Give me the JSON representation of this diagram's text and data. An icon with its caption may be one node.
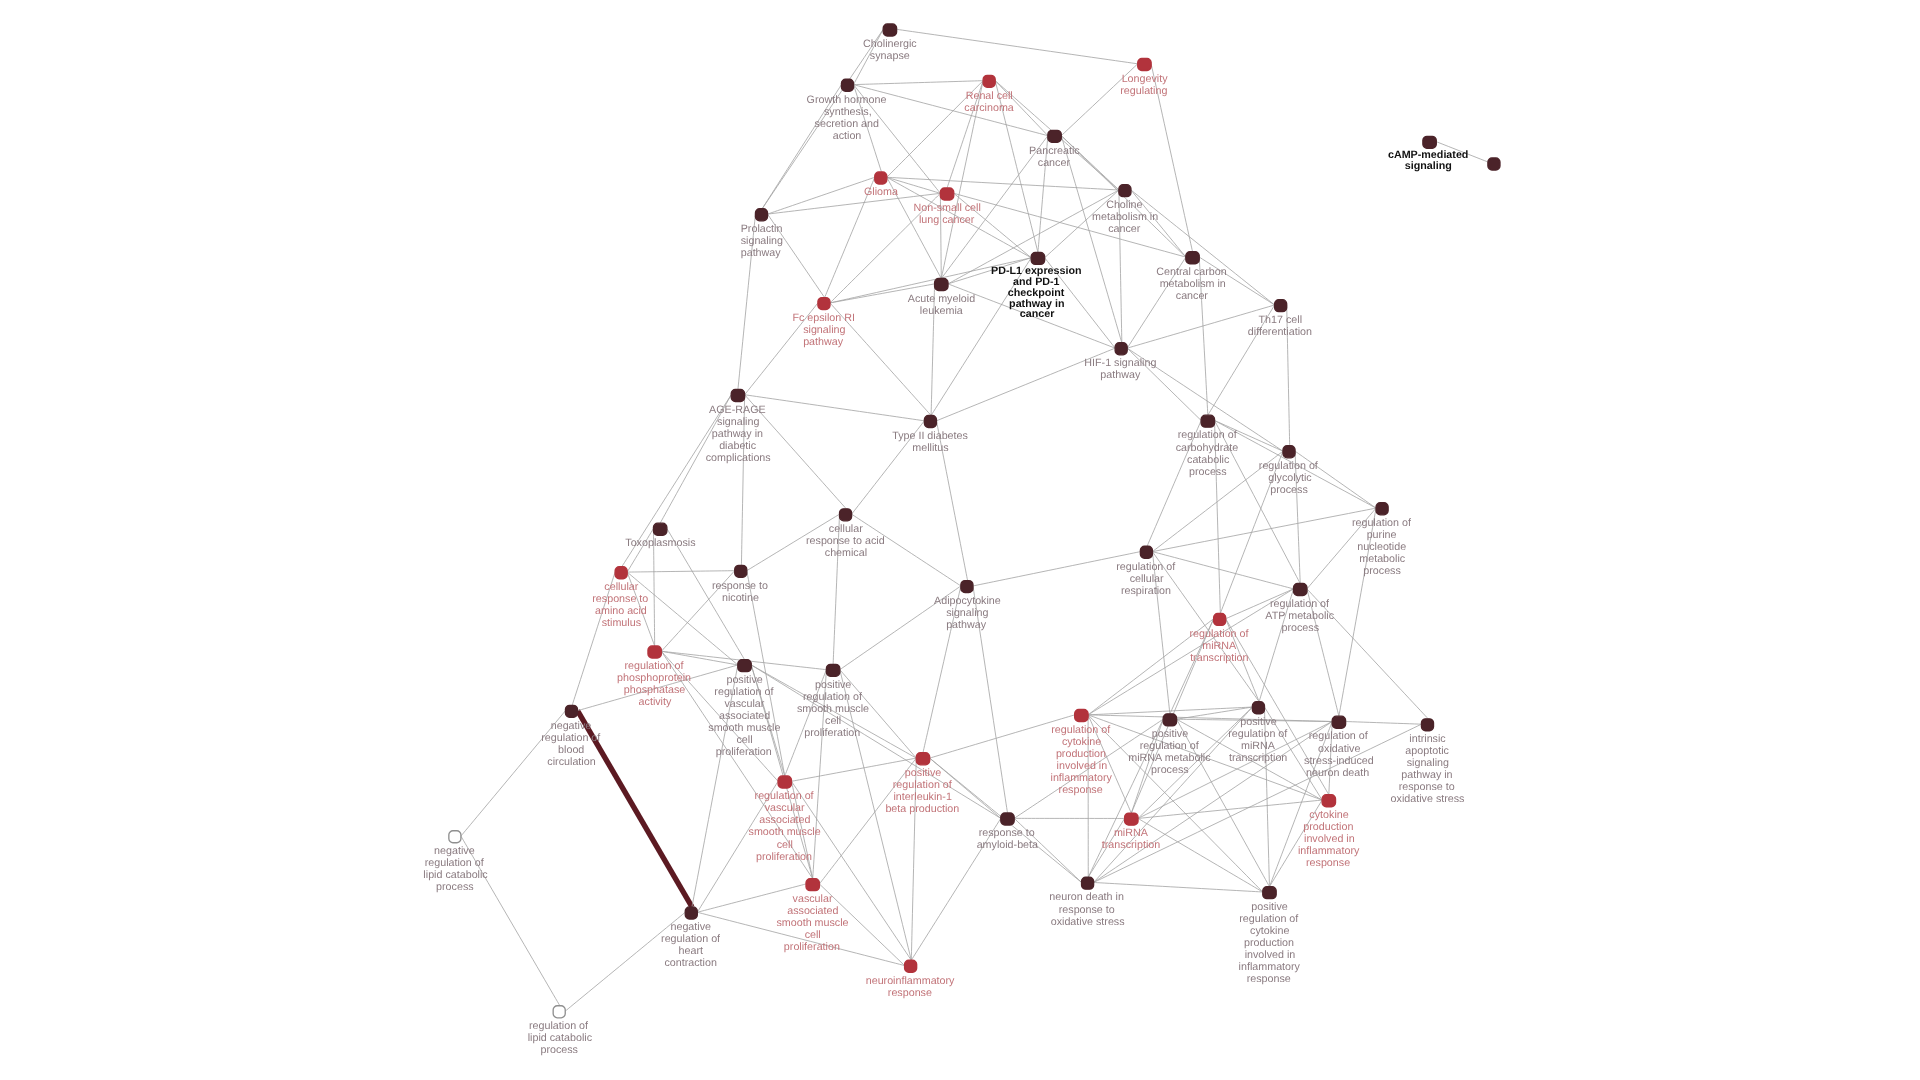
{
  "diagram": {
    "nodes": [
      {
        "text": [
          "neuroinflammatory response"
        ]
      },
      {
        "text": [
          "negative regulation of heart contraction"
        ]
      },
      {
        "text": [
          "regulation of lipid catabolic process"
        ]
      },
      {
        "text": [
          "negative regulation of lipid catabolic process"
        ]
      },
      {
        "text": [
          "negative regulation of blood circulation"
        ]
      },
      {
        "text": [
          "neuron death in response to oxidative stress"
        ]
      },
      {
        "text": [
          "miRNA transcription"
        ]
      },
      {
        "text": [
          "vascular associated smooth muscle cell proliferation"
        ]
      },
      {
        "text": [
          "response to amyloid-beta"
        ]
      },
      {
        "text": [
          "positive regulation of cytokine production involved in inflammatory response"
        ]
      },
      {
        "text": [
          "regulation of vascular associated smooth muscle cell proliferation"
        ]
      },
      {
        "text": [
          "positive regulation of interleukin-1 beta production"
        ]
      },
      {
        "text": [
          "positive regulation of vascular associated smooth muscle cell proliferation"
        ]
      },
      {
        "text": [
          "intrinsic apoptotic signaling pathway in response to oxidative stress"
        ]
      },
      {
        "text": [
          "regulation of oxidative stress-induced neuron death"
        ]
      },
      {
        "text": [
          "regulation of cytokine production involved in inflammatory response"
        ]
      },
      {
        "text": [
          "cytokine production involved in inflammatory response"
        ]
      },
      {
        "text": [
          "positive regulation of miRNA metabolic process"
        ]
      },
      {
        "text": [
          "Toxoplasmosis"
        ]
      },
      {
        "text": [
          "Adipocytokine signaling pathway"
        ]
      },
      {
        "text": [
          "positive regulation of smooth muscle cell proliferation"
        ]
      },
      {
        "text": [
          "regulation of phosphoprotein phosphatase activity"
        ]
      },
      {
        "text": [
          "positive regulation of miRNA transcription"
        ]
      },
      {
        "text": [
          "cellular response to amino acid stimulus"
        ]
      },
      {
        "text": [
          "response to nicotine"
        ]
      },
      {
        "text": [
          "regulation of ATP metabolic process"
        ]
      },
      {
        "text": [
          "regulation of cellular respiration"
        ]
      },
      {
        "text": [
          "regulation of miRNA transcription"
        ]
      },
      {
        "text": [
          "cellular response to acid chemical"
        ]
      },
      {
        "text": [
          "regulation of purine nucleotide metabolic process"
        ]
      },
      {
        "text": [
          "regulation of glycolytic process"
        ]
      },
      {
        "text": [
          "AGE-RAGE signaling pathway in diabetic complications"
        ]
      },
      {
        "text": [
          "Type II diabetes mellitus"
        ]
      },
      {
        "text": [
          "regulation of carbohydrate catabolic process"
        ]
      },
      {
        "text": [
          "Th17 cell differentiation"
        ]
      },
      {
        "text": [
          "Prolactin signaling pathway"
        ]
      },
      {
        "text": [
          "Fc epsilon RI signaling pathway"
        ]
      },
      {
        "text": [
          "HIF-1 signaling pathway"
        ]
      },
      {
        "text": [
          "PD-L1 expression and PD-1 checkpoint pathway in cancer"
        ]
      },
      {
        "text": [
          "Glioma"
        ]
      },
      {
        "text": [
          "Choline metabolism in cancer"
        ]
      },
      {
        "text": [
          "Acute myeloid leukemia"
        ]
      },
      {
        "text": [
          "Central carbon metabolism in cancer"
        ]
      },
      {
        "text": [
          "Non-small cell lung cancer"
        ]
      },
      {
        "text": [
          "Cholinergic synapse"
        ]
      },
      {
        "text": [
          "Pancreatic cancer"
        ]
      },
      {
        "text": [
          "Renal cell carcinoma"
        ]
      },
      {
        "text": [
          "Growth hormone synthesis, secretion and action"
        ]
      },
      {
        "text": [
          "Longevity regulating"
        ]
      },
      {
        "text": [
          "cAMP-mediated signaling"
        ]
      },
      {
        "text": [],
        "shape": "circle"
      }
    ],
    "edges": [
      {
        "from": 5,
        "to": 14,
        "arrow": "none"
      },
      {
        "from": 5,
        "to": 13,
        "arrow": "none"
      },
      {
        "from": 13,
        "to": 14,
        "arrow": "none"
      },
      {
        "from": 13,
        "to": 25,
        "arrow": "none"
      },
      {
        "from": 5,
        "to": 9,
        "arrow": "none"
      },
      {
        "from": 5,
        "to": 6,
        "arrow": "none"
      },
      {
        "from": 5,
        "to": 15,
        "arrow": "none"
      },
      {
        "from": 5,
        "to": 22,
        "arrow": "none"
      },
      {
        "from": 5,
        "to": 17,
        "arrow": "none"
      },
      {
        "from": 5,
        "to": 8,
        "arrow": "none"
      },
      {
        "from": 5,
        "to": 11,
        "arrow": "none"
      },
      {
        "from": 9,
        "to": 6,
        "arrow": "none"
      },
      {
        "from": 9,
        "to": 16,
        "arrow": "none"
      },
      {
        "from": 9,
        "to": 15,
        "arrow": "none"
      },
      {
        "from": 9,
        "to": 22,
        "arrow": "none"
      },
      {
        "from": 9,
        "to": 17,
        "arrow": "none"
      },
      {
        "from": 9,
        "to": 14,
        "arrow": "none"
      },
      {
        "from": 6,
        "to": 16,
        "arrow": "none"
      },
      {
        "from": 6,
        "to": 22,
        "arrow": "none"
      },
      {
        "from": 6,
        "to": 27,
        "arrow": "none"
      },
      {
        "from": 6,
        "to": 17,
        "arrow": "none"
      },
      {
        "from": 6,
        "to": 15,
        "arrow": "none"
      },
      {
        "from": 6,
        "to": 14,
        "arrow": "none"
      },
      {
        "from": 14,
        "to": 15,
        "arrow": "none"
      },
      {
        "from": 14,
        "to": 16,
        "arrow": "none"
      },
      {
        "from": 14,
        "to": 17,
        "arrow": "none"
      },
      {
        "from": 14,
        "to": 25,
        "arrow": "none"
      },
      {
        "from": 14,
        "to": 29,
        "arrow": "none"
      },
      {
        "from": 15,
        "to": 16,
        "arrow": "none"
      },
      {
        "from": 15,
        "to": 22,
        "arrow": "none"
      },
      {
        "from": 15,
        "to": 27,
        "arrow": "none"
      },
      {
        "from": 15,
        "to": 25,
        "arrow": "none"
      },
      {
        "from": 16,
        "to": 22,
        "arrow": "none"
      },
      {
        "from": 16,
        "to": 17,
        "arrow": "none"
      },
      {
        "from": 16,
        "to": 27,
        "arrow": "none"
      },
      {
        "from": 17,
        "to": 22,
        "arrow": "none"
      },
      {
        "from": 17,
        "to": 26,
        "arrow": "none"
      },
      {
        "from": 17,
        "to": 27,
        "arrow": "none"
      },
      {
        "from": 17,
        "to": 8,
        "arrow": "none"
      },
      {
        "from": 22,
        "to": 27,
        "arrow": "none"
      },
      {
        "from": 22,
        "to": 26,
        "arrow": "none"
      },
      {
        "from": 22,
        "to": 25,
        "arrow": "none"
      },
      {
        "from": 25,
        "to": 29,
        "arrow": "none"
      },
      {
        "from": 25,
        "to": 33,
        "arrow": "none"
      },
      {
        "from": 25,
        "to": 30,
        "arrow": "none"
      },
      {
        "from": 25,
        "to": 26,
        "arrow": "none"
      },
      {
        "from": 25,
        "to": 27,
        "arrow": "none"
      },
      {
        "from": 26,
        "to": 30,
        "arrow": "none"
      },
      {
        "from": 26,
        "to": 33,
        "arrow": "none"
      },
      {
        "from": 26,
        "to": 29,
        "arrow": "none"
      },
      {
        "from": 27,
        "to": 33,
        "arrow": "none"
      },
      {
        "from": 27,
        "to": 30,
        "arrow": "none"
      },
      {
        "from": 29,
        "to": 33,
        "arrow": "none"
      },
      {
        "from": 29,
        "to": 30,
        "arrow": "none"
      },
      {
        "from": 30,
        "to": 33,
        "arrow": "none"
      },
      {
        "from": 33,
        "to": 34,
        "arrow": "none"
      },
      {
        "from": 30,
        "to": 34,
        "arrow": "none"
      },
      {
        "from": 33,
        "to": 37,
        "arrow": "none"
      },
      {
        "from": 33,
        "to": 42,
        "arrow": "none"
      },
      {
        "from": 30,
        "to": 37,
        "arrow": "none"
      },
      {
        "from": 8,
        "to": 11,
        "arrow": "none"
      },
      {
        "from": 8,
        "to": 19,
        "arrow": "none"
      },
      {
        "from": 8,
        "to": 12,
        "arrow": "none"
      },
      {
        "from": 8,
        "to": 0,
        "arrow": "none"
      },
      {
        "from": 8,
        "to": 6,
        "arrow": "none"
      },
      {
        "from": 11,
        "to": 0,
        "arrow": "none"
      },
      {
        "from": 11,
        "to": 7,
        "arrow": "none"
      },
      {
        "from": 11,
        "to": 10,
        "arrow": "none"
      },
      {
        "from": 11,
        "to": 19,
        "arrow": "none"
      },
      {
        "from": 11,
        "to": 20,
        "arrow": "none"
      },
      {
        "from": 11,
        "to": 12,
        "arrow": "none"
      },
      {
        "from": 11,
        "to": 15,
        "arrow": "none"
      },
      {
        "from": 0,
        "to": 7,
        "arrow": "none"
      },
      {
        "from": 0,
        "to": 10,
        "arrow": "none"
      },
      {
        "from": 0,
        "to": 1,
        "arrow": "none"
      },
      {
        "from": 0,
        "to": 20,
        "arrow": "none"
      },
      {
        "from": 7,
        "to": 10,
        "arrow": "none"
      },
      {
        "from": 7,
        "to": 12,
        "arrow": "none"
      },
      {
        "from": 7,
        "to": 20,
        "arrow": "none"
      },
      {
        "from": 7,
        "to": 21,
        "arrow": "none"
      },
      {
        "from": 10,
        "to": 12,
        "arrow": "none"
      },
      {
        "from": 10,
        "to": 20,
        "arrow": "none"
      },
      {
        "from": 10,
        "to": 21,
        "arrow": "none"
      },
      {
        "from": 10,
        "to": 24,
        "arrow": "none"
      },
      {
        "from": 12,
        "to": 21,
        "arrow": "none"
      },
      {
        "from": 12,
        "to": 23,
        "arrow": "none"
      },
      {
        "from": 12,
        "to": 4,
        "arrow": "none"
      },
      {
        "from": 12,
        "to": 1,
        "arrow": "none"
      },
      {
        "from": 1,
        "to": 4,
        "arrow": "none",
        "style": "thick",
        "color": "#5c1a22"
      },
      {
        "from": 1,
        "to": 2,
        "arrow": "none"
      },
      {
        "from": 2,
        "to": 3,
        "arrow": "none"
      },
      {
        "from": 4,
        "to": 3,
        "arrow": "none"
      },
      {
        "from": 4,
        "to": 23,
        "arrow": "none"
      },
      {
        "from": 1,
        "to": 7,
        "arrow": "none"
      },
      {
        "from": 1,
        "to": 10,
        "arrow": "none"
      },
      {
        "from": 18,
        "to": 23,
        "arrow": "none"
      },
      {
        "from": 18,
        "to": 31,
        "arrow": "none"
      },
      {
        "from": 18,
        "to": 21,
        "arrow": "none"
      },
      {
        "from": 18,
        "to": 12,
        "arrow": "none"
      },
      {
        "from": 21,
        "to": 24,
        "arrow": "none"
      },
      {
        "from": 21,
        "to": 23,
        "arrow": "none"
      },
      {
        "from": 23,
        "to": 24,
        "arrow": "none"
      },
      {
        "from": 23,
        "to": 31,
        "arrow": "none"
      },
      {
        "from": 24,
        "to": 31,
        "arrow": "none"
      },
      {
        "from": 24,
        "to": 28,
        "arrow": "none"
      },
      {
        "from": 19,
        "to": 20,
        "arrow": "none"
      },
      {
        "from": 19,
        "to": 28,
        "arrow": "none"
      },
      {
        "from": 19,
        "to": 26,
        "arrow": "none"
      },
      {
        "from": 19,
        "to": 32,
        "arrow": "none"
      },
      {
        "from": 20,
        "to": 28,
        "arrow": "none"
      },
      {
        "from": 20,
        "to": 21,
        "arrow": "none"
      },
      {
        "from": 28,
        "to": 31,
        "arrow": "none"
      },
      {
        "from": 28,
        "to": 32,
        "arrow": "none"
      },
      {
        "from": 31,
        "to": 35,
        "arrow": "none"
      },
      {
        "from": 31,
        "to": 32,
        "arrow": "none"
      },
      {
        "from": 31,
        "to": 36,
        "arrow": "none"
      },
      {
        "from": 32,
        "to": 36,
        "arrow": "none"
      },
      {
        "from": 32,
        "to": 38,
        "arrow": "none"
      },
      {
        "from": 32,
        "to": 37,
        "arrow": "none"
      },
      {
        "from": 32,
        "to": 41,
        "arrow": "none"
      },
      {
        "from": 35,
        "to": 36,
        "arrow": "none"
      },
      {
        "from": 35,
        "to": 39,
        "arrow": "none"
      },
      {
        "from": 35,
        "to": 43,
        "arrow": "none"
      },
      {
        "from": 35,
        "to": 47,
        "arrow": "none"
      },
      {
        "from": 35,
        "to": 44,
        "arrow": "none"
      },
      {
        "from": 36,
        "to": 38,
        "arrow": "none"
      },
      {
        "from": 36,
        "to": 39,
        "arrow": "none"
      },
      {
        "from": 36,
        "to": 41,
        "arrow": "none"
      },
      {
        "from": 36,
        "to": 43,
        "arrow": "none"
      },
      {
        "from": 37,
        "to": 38,
        "arrow": "none"
      },
      {
        "from": 37,
        "to": 40,
        "arrow": "none"
      },
      {
        "from": 37,
        "to": 42,
        "arrow": "none"
      },
      {
        "from": 37,
        "to": 45,
        "arrow": "none"
      },
      {
        "from": 37,
        "to": 41,
        "arrow": "none"
      },
      {
        "from": 34,
        "to": 37,
        "arrow": "none"
      },
      {
        "from": 34,
        "to": 42,
        "arrow": "none"
      },
      {
        "from": 34,
        "to": 40,
        "arrow": "none"
      },
      {
        "from": 38,
        "to": 39,
        "arrow": "none"
      },
      {
        "from": 38,
        "to": 40,
        "arrow": "none"
      },
      {
        "from": 38,
        "to": 41,
        "arrow": "none"
      },
      {
        "from": 38,
        "to": 45,
        "arrow": "none"
      },
      {
        "from": 38,
        "to": 46,
        "arrow": "none"
      },
      {
        "from": 38,
        "to": 43,
        "arrow": "none"
      },
      {
        "from": 39,
        "to": 43,
        "arrow": "none"
      },
      {
        "from": 39,
        "to": 46,
        "arrow": "none"
      },
      {
        "from": 39,
        "to": 47,
        "arrow": "none"
      },
      {
        "from": 39,
        "to": 40,
        "arrow": "none"
      },
      {
        "from": 39,
        "to": 41,
        "arrow": "none"
      },
      {
        "from": 40,
        "to": 41,
        "arrow": "none"
      },
      {
        "from": 40,
        "to": 42,
        "arrow": "none"
      },
      {
        "from": 40,
        "to": 45,
        "arrow": "none"
      },
      {
        "from": 40,
        "to": 46,
        "arrow": "none"
      },
      {
        "from": 41,
        "to": 45,
        "arrow": "none"
      },
      {
        "from": 41,
        "to": 46,
        "arrow": "none"
      },
      {
        "from": 41,
        "to": 43,
        "arrow": "none"
      },
      {
        "from": 42,
        "to": 45,
        "arrow": "none"
      },
      {
        "from": 42,
        "to": 43,
        "arrow": "none"
      },
      {
        "from": 42,
        "to": 48,
        "arrow": "none"
      },
      {
        "from": 43,
        "to": 46,
        "arrow": "none"
      },
      {
        "from": 43,
        "to": 47,
        "arrow": "none"
      },
      {
        "from": 45,
        "to": 46,
        "arrow": "none"
      },
      {
        "from": 45,
        "to": 47,
        "arrow": "none"
      },
      {
        "from": 45,
        "to": 48,
        "arrow": "none"
      },
      {
        "from": 46,
        "to": 47,
        "arrow": "none"
      },
      {
        "from": 47,
        "to": 44,
        "arrow": "none"
      },
      {
        "from": 48,
        "to": 44,
        "arrow": "none"
      },
      {
        "from": 49,
        "to": 50,
        "arrow": "none"
      }
    ]
  }
}
